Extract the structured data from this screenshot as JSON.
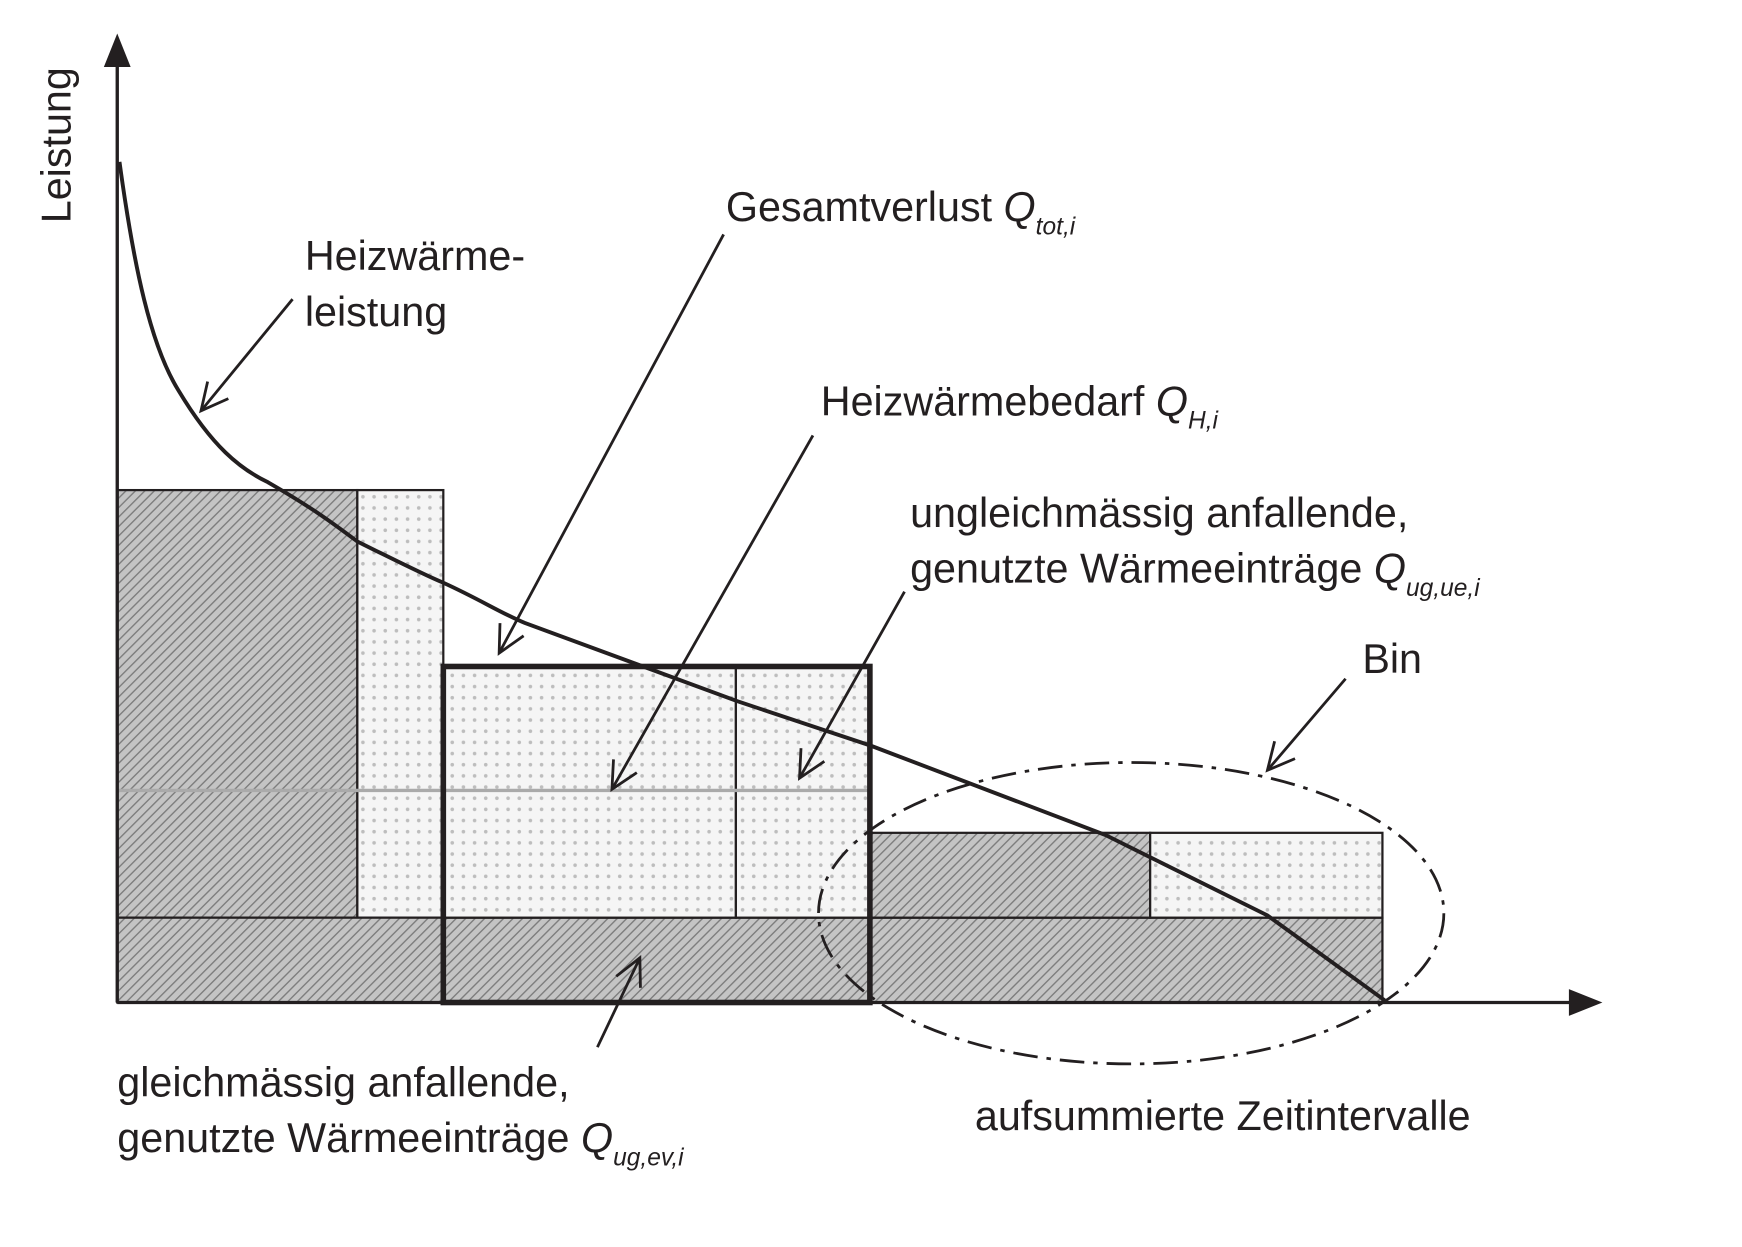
{
  "axes": {
    "y_label": "Leistung",
    "x_label": "aufsummierte Zeitintervalle"
  },
  "labels": {
    "heizwaerme_leistung": [
      "Heizwärme-",
      "leistung"
    ],
    "gesamtverlust": {
      "text": "Gesamtverlust ",
      "symbol": "Q",
      "subscript": "tot,i"
    },
    "heizwaermebedarf": {
      "text": "Heizwärmebedarf ",
      "symbol": "Q",
      "subscript": "H,i"
    },
    "ungleichmaessig": {
      "line1": "ungleichmässig anfallende,",
      "line2": "genutzte Wärmeeinträge ",
      "symbol": "Q",
      "subscript": "ug,ue,i"
    },
    "bin": "Bin",
    "gleichmaessig": {
      "line1": "gleichmässig anfallende,",
      "line2": "genutzte Wärmeeinträge ",
      "symbol": "Q",
      "subscript": "ug,ev,i"
    }
  },
  "colors": {
    "line": "#231f20",
    "hatch": "#9a9a9a",
    "dots": "#cfcfcf"
  }
}
